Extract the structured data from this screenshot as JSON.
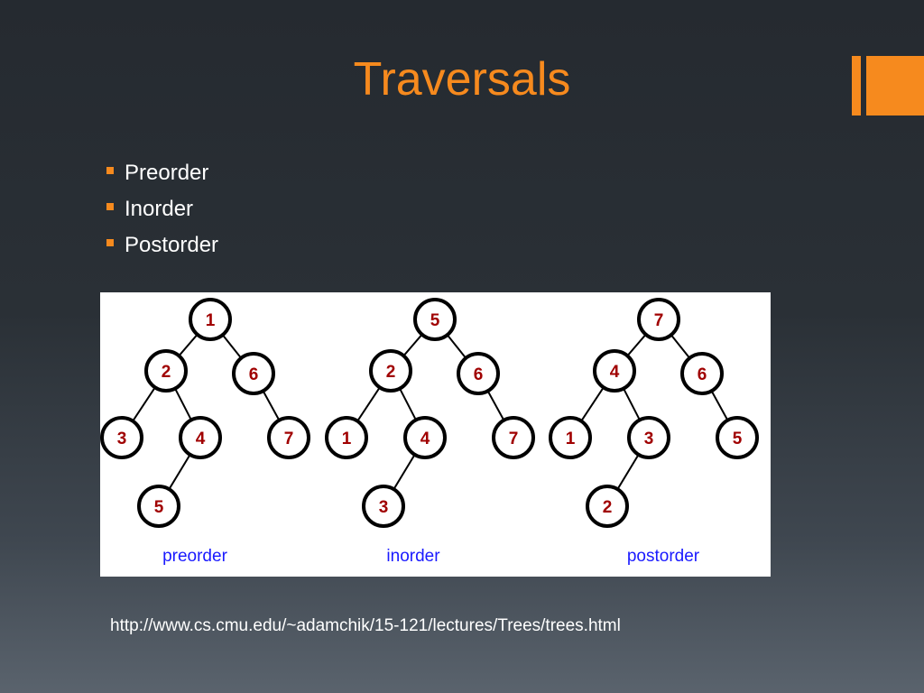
{
  "slide": {
    "title": "Traversals",
    "bullets": [
      "Preorder",
      "Inorder",
      "Postorder"
    ],
    "source_url": "http://www.cs.cmu.edu/~adamchik/15-121/lectures/Trees/trees.html",
    "colors": {
      "accent": "#f68a1e",
      "text": "#ffffff",
      "node_label": "#a00000",
      "caption": "#1a1aff"
    }
  },
  "trees": [
    {
      "caption": "preorder",
      "nodes": [
        "1",
        "2",
        "6",
        "3",
        "4",
        "7",
        "5"
      ]
    },
    {
      "caption": "inorder",
      "nodes": [
        "5",
        "2",
        "6",
        "1",
        "4",
        "7",
        "3"
      ]
    },
    {
      "caption": "postorder",
      "nodes": [
        "7",
        "4",
        "6",
        "1",
        "3",
        "5",
        "2"
      ]
    }
  ]
}
